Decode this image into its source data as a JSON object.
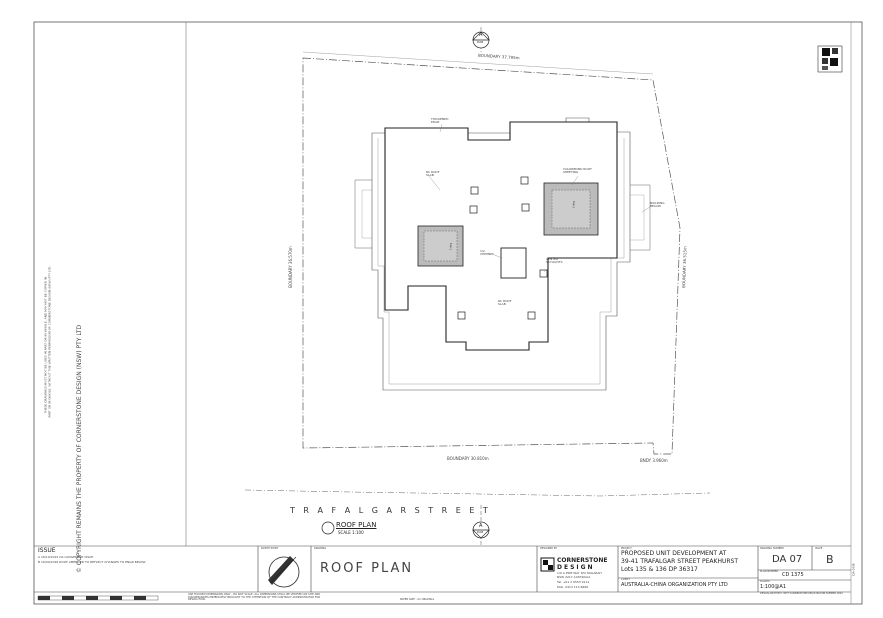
{
  "copyright": "© COPYRIGHT REMAINS THE PROPERTY OF CORNERSTONE DESIGN (NSW) PTY LTD",
  "disclaimer_line1": "THESE DRAWINGS MUST NOT BE USED IN PART OR IN WHOLE, AND MAY NOT BE COPIED IN",
  "disclaimer_line2": "PART OR IN WHOLE, WITHOUT THE WRITTEN PERMISSION OF CORNERSTONE DESIGN (NSW) PTY LTD",
  "plan": {
    "boundary_top": "BOUNDARY 37.795m",
    "boundary_bottom": "BOUNDARY 30.810m",
    "boundary_left": "BOUNDARY 36.570m",
    "boundary_right": "BOUNDARY 36.515m",
    "bndy_short": "BNDY 3.960m",
    "street_name": "T R A F A L G A R     S T R E E T",
    "label_thickened_edge": "THICKENED EDGE",
    "label_rc_roof_slab": "RC ROOF SLAB",
    "label_colorbond": "COLORBOND ROOF SHEETING",
    "label_building_below": "BUILDING BELOW",
    "label_chimney": "1/2 CHIMNEY",
    "label_vented_skylights": "VENTED SKYLIGHTS",
    "label_rc_roof_slab_2": "RC ROOF SLAB",
    "label_fall": "1deg",
    "section_a": "A",
    "section_sheet": "DA8",
    "title": "ROOF PLAN",
    "scale": "SCALE 1:100"
  },
  "title_block": {
    "issue_heading": "ISSUE",
    "issue_a": "A 16/10/2015 DA LODGEMENT ISSUE",
    "issue_b": "B 16/04/2016 ROOF AMENDED TO REFLECT CHANGES TO ENGR BELOW",
    "north_point_label": "NORTH POINT",
    "drawing_label": "DRAWING",
    "drawing_title": "ROOF PLAN",
    "designed_by_label": "DESIGNED BY",
    "firm_name_1": "CORNERSTONE",
    "firm_name_2": "DESIGN",
    "firm_addr1": "1/9 A PIKE WAY P/O KOGARAH",
    "firm_addr2": "NSW 2217 AUSTRALIA",
    "firm_tel": "Tel. +61 2 9553 9111",
    "firm_mob": "Mob. 0413 113 6666",
    "project_label": "PROJECT",
    "project_line1": "PROPOSED UNIT DEVELOPMENT AT",
    "project_line2": "39-41 TRAFALGAR STREET PEAKHURST",
    "project_line3": "Lots 135 & 136 DP 36317",
    "client_label": "CLIENT",
    "client_name": "AUSTRALIA-CHINA ORGANIZATION PTY LTD",
    "drawing_number_label": "DRAWING NUMBER",
    "drawing_number": "DA 07",
    "issue_label": "ISSUE",
    "issue_value": "B",
    "plan_number_label": "PLAN NUMBER",
    "plan_number": "CD 1375",
    "scale_label": "SCALES",
    "scale_value": "1:100@A1",
    "footer_note": "USE FIGURED DIMENSIONS ONLY - DO NOT SCALE. ALL DIMENSIONS SHALL BE VERIFIED ON SITE AND DISCREPANCIES IMMEDIATELY BROUGHT TO THE ATTENTION OF THE CONTRACT ADMINISTRATOR FOR RESOLUTION.",
    "paper_size": "PAPER SIZE : A1 ORIGINAL",
    "firm_footer": "DESIGN ARCHITECT WITH CORNERSTONE REGISTRATION NUMBER 1694",
    "sheet_id": "DA 07/B"
  }
}
